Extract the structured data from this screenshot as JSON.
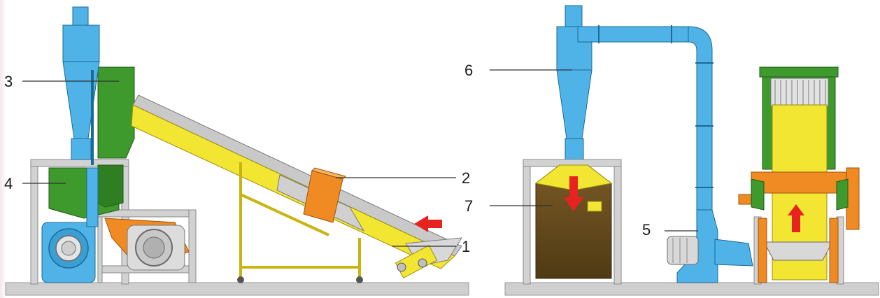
{
  "labels": {
    "l1": "1",
    "l2": "2",
    "l3": "3",
    "l4": "4",
    "l5": "5",
    "l6": "6",
    "l7": "7"
  },
  "colors": {
    "cyclone_blue": "#4fb3e8",
    "hopper_green": "#3f9a2e",
    "conveyor_yellow": "#f3e633",
    "motor_orange": "#f08a22",
    "frame_gray": "#c9c9c9",
    "ground_gray": "#cfcfcf",
    "arrow_red": "#e6231f",
    "bin_brown": "#6b4a22"
  },
  "icons": {
    "feed_arrow": "red-left-arrow-icon",
    "down_arrow": "red-down-arrow-icon",
    "up_arrow": "red-up-arrow-icon"
  }
}
